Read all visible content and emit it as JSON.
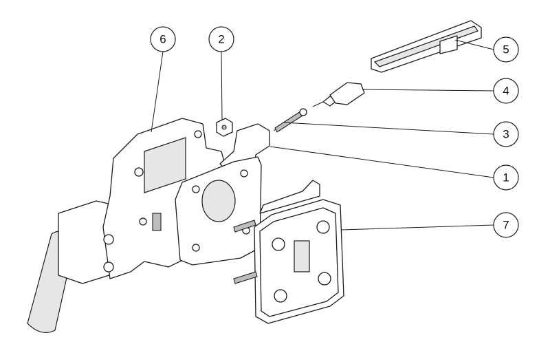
{
  "diagram": {
    "type": "exploded-assembly-view",
    "callouts": [
      {
        "id": "callout-6",
        "label": "6"
      },
      {
        "id": "callout-2",
        "label": "2"
      },
      {
        "id": "callout-5",
        "label": "5"
      },
      {
        "id": "callout-4",
        "label": "4"
      },
      {
        "id": "callout-3",
        "label": "3"
      },
      {
        "id": "callout-1",
        "label": "1"
      },
      {
        "id": "callout-7",
        "label": "7"
      }
    ]
  }
}
